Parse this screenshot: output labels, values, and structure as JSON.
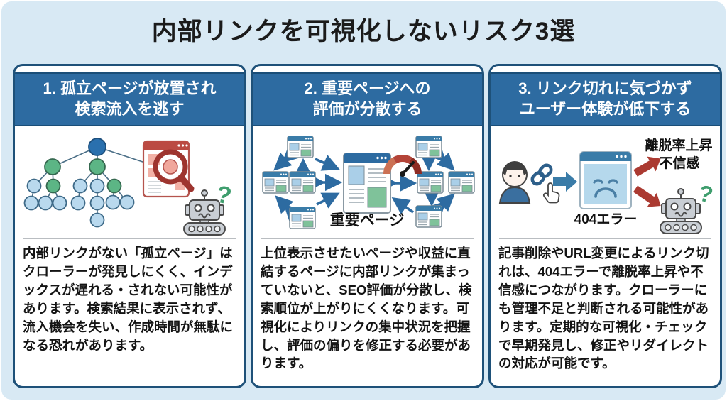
{
  "title": "内部リンクを可視化しないリスク3選",
  "cards": [
    {
      "heading_line1": "1. 孤立ページが放置され",
      "heading_line2": "検索流入を逃す",
      "body": "内部リンクがない「孤立ページ」はクローラーが発見しにくく、インデックスが遅れる・されない可能性があります。検索結果に表示されず、流入機会を失い、作成時間が無駄になる恐れがあります。"
    },
    {
      "heading_line1": "2. 重要ページへの",
      "heading_line2": "評価が分散する",
      "body": "上位表示させたいページや収益に直結するページに内部リンクが集まっていないと、SEO評価が分散し、検索順位が上がりにくくなります。可視化によりリンクの集中状況を把握し、評価の偏りを修正する必要があります。"
    },
    {
      "heading_line1": "3. リンク切れに気づかず",
      "heading_line2": "ユーザー体験が低下する",
      "body": "記事削除やURL変更によるリンク切れは、404エラーで離脱率上昇や不信感につながります。クローラーにも管理不足と判断される可能性があります。定期的な可視化・チェックで早期発見し、修正やリダイレクトの対応が可能です。"
    }
  ],
  "illustration_labels": {
    "important_page": "重要ページ",
    "error_404": "404エラー",
    "bounce_rate_up": "離脱率上昇",
    "distrust": "不信感",
    "question_mark_1": "?",
    "question_mark_3": "?"
  },
  "colors": {
    "panel_background": "#d8e9f4",
    "card_header_blue": "#2d6ba1",
    "card_border_blue": "#1e5179",
    "accent_red": "#ab3a31",
    "node_green": "#5cb585",
    "node_light_blue": "#b9d9ee",
    "node_dark_blue": "#2a70ae",
    "page_green_block": "#7fc29a",
    "page_image_blue": "#aacfe8"
  }
}
